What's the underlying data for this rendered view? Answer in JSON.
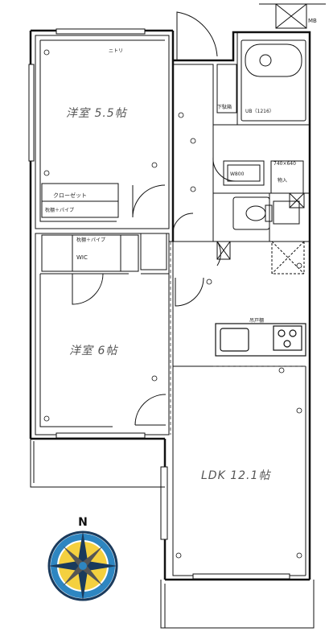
{
  "rooms": {
    "bedroom_a": "洋室 5.5帖",
    "bedroom_b": "洋室 6帖",
    "ldk": "LDK 12.1帖"
  },
  "labels": {
    "closet": "クローゼット",
    "shelf_pipe": "枕棚＋パイプ",
    "wic": "WIC",
    "storage_pipe": "枕棚＋パイプ",
    "cabinet": "下駄箱",
    "unit_bath": "UB（1216）",
    "shoe_storage": "物入",
    "washing_machine": "W800",
    "wash_size": "740×640",
    "mb": "MB",
    "entrance": "ニトリ",
    "kitchen_note": "吊戸棚",
    "n_mark": "N"
  },
  "compass": {
    "ring_color": "#2e86c1",
    "star_color": "#1a3a5c",
    "accent_color": "#f0c000"
  }
}
